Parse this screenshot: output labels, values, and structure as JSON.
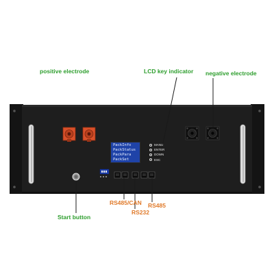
{
  "labels": {
    "positive_electrode": "positive electrode",
    "lcd_key_indicator": "LCD key indicator",
    "negative_electrode": "negative electrode",
    "start_button": "Start button",
    "rs485_can": "RS485/CAN",
    "rs232": "RS232",
    "rs485": "RS485"
  },
  "lcd": {
    "lines": [
      "PackInfo",
      "PackStatus",
      "PackPara",
      "PackSet"
    ]
  },
  "keys": [
    "MANU",
    "ENTER",
    "DOWN",
    "ESC"
  ],
  "colors": {
    "label_green": "#2e9e2e",
    "label_orange": "#e07a2a",
    "chassis": "#1b1b1b",
    "terminal_positive": "#d9502a",
    "lcd_background": "#1f43a8"
  }
}
